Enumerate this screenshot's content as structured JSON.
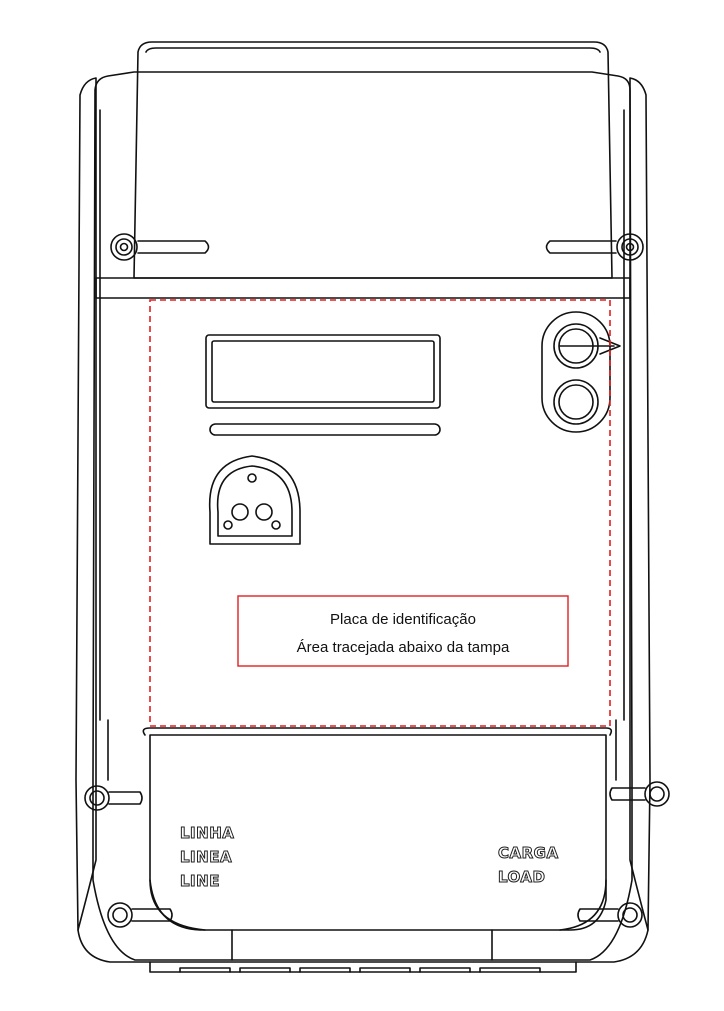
{
  "nameplate_label": {
    "line1": "Placa de identificação",
    "line2": "Área tracejada abaixo da tampa",
    "border_color": "#e02020"
  },
  "dashed_area": {
    "color": "#e02020"
  },
  "terminal_labels": {
    "line_side": [
      "LINHA",
      "LINEA",
      "LINE"
    ],
    "load_side": [
      "CARGA",
      "LOAD"
    ]
  },
  "icons": [
    "screw-icon",
    "optical-port-icon",
    "seal-knob-icon",
    "lcd-display-icon"
  ]
}
